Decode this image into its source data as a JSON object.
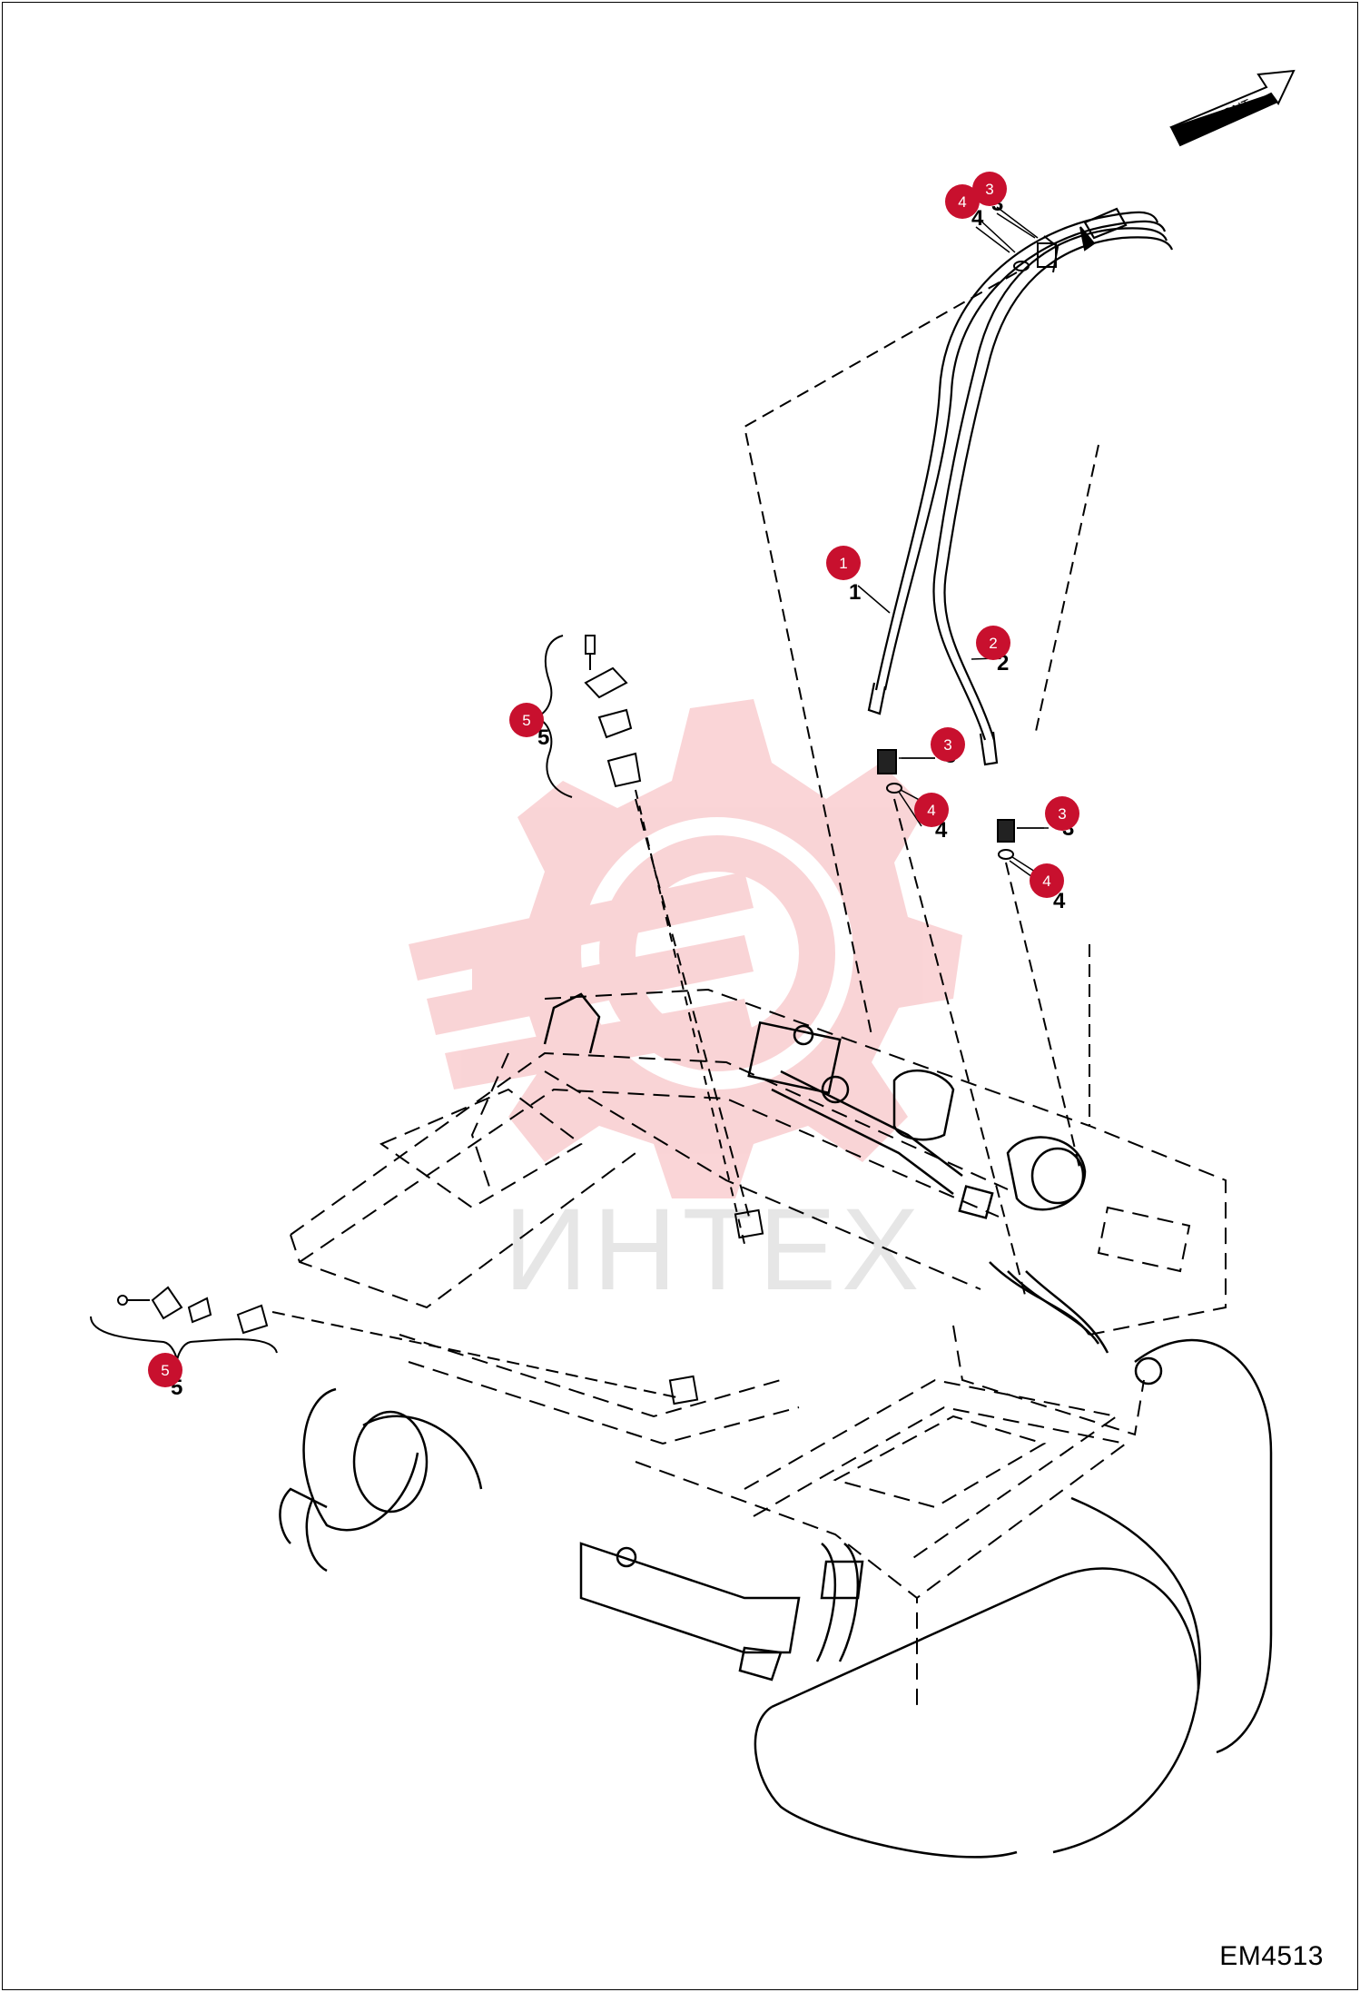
{
  "figure": {
    "code": "EM4513",
    "direction_label": "FRONT",
    "watermark_text": "ИНТЕХ"
  },
  "callouts": [
    {
      "id": "c-4-top",
      "number": "4"
    },
    {
      "id": "c-3-top",
      "number": "3"
    },
    {
      "id": "c-1",
      "number": "1"
    },
    {
      "id": "c-2",
      "number": "2"
    },
    {
      "id": "c-3-mid",
      "number": "3"
    },
    {
      "id": "c-4-mid",
      "number": "4"
    },
    {
      "id": "c-3-right",
      "number": "3"
    },
    {
      "id": "c-4-right",
      "number": "4"
    },
    {
      "id": "c-5-upper",
      "number": "5"
    },
    {
      "id": "c-5-lower",
      "number": "5"
    }
  ],
  "colors": {
    "callout_fill": "#c8102e",
    "line": "#000000",
    "watermark": "#e8404a"
  }
}
